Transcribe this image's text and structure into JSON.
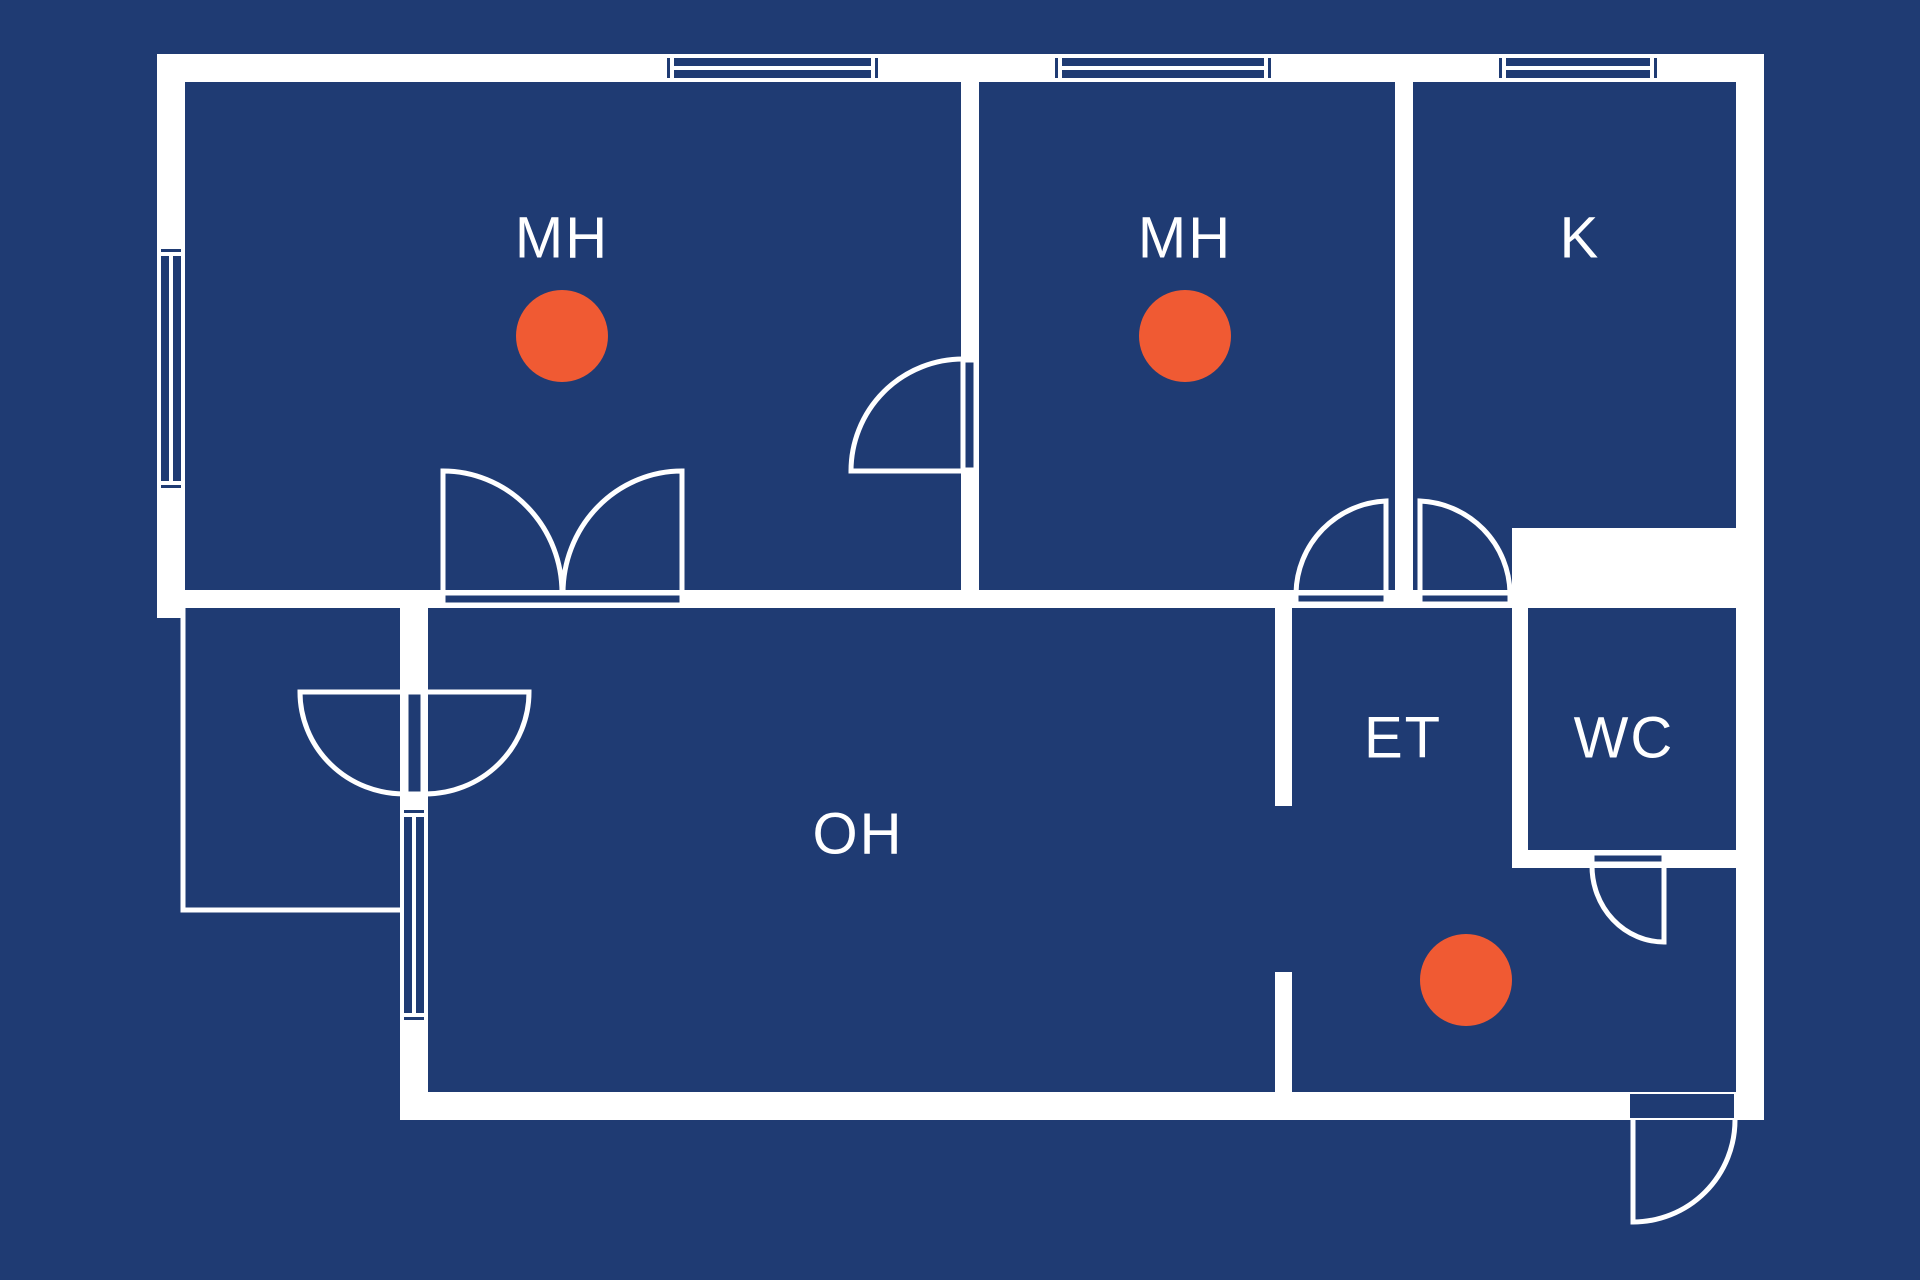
{
  "colors": {
    "background": "#1f3b73",
    "walls": "#ffffff",
    "marker": "#f05a33"
  },
  "rooms": [
    {
      "id": "bedroom-1",
      "label": "MH"
    },
    {
      "id": "bedroom-2",
      "label": "MH"
    },
    {
      "id": "kitchen",
      "label": "K"
    },
    {
      "id": "hall",
      "label": "ET"
    },
    {
      "id": "toilet",
      "label": "WC"
    },
    {
      "id": "living-room",
      "label": "OH"
    }
  ],
  "markers": [
    {
      "id": "marker-bedroom-1"
    },
    {
      "id": "marker-bedroom-2"
    },
    {
      "id": "marker-hall"
    }
  ]
}
